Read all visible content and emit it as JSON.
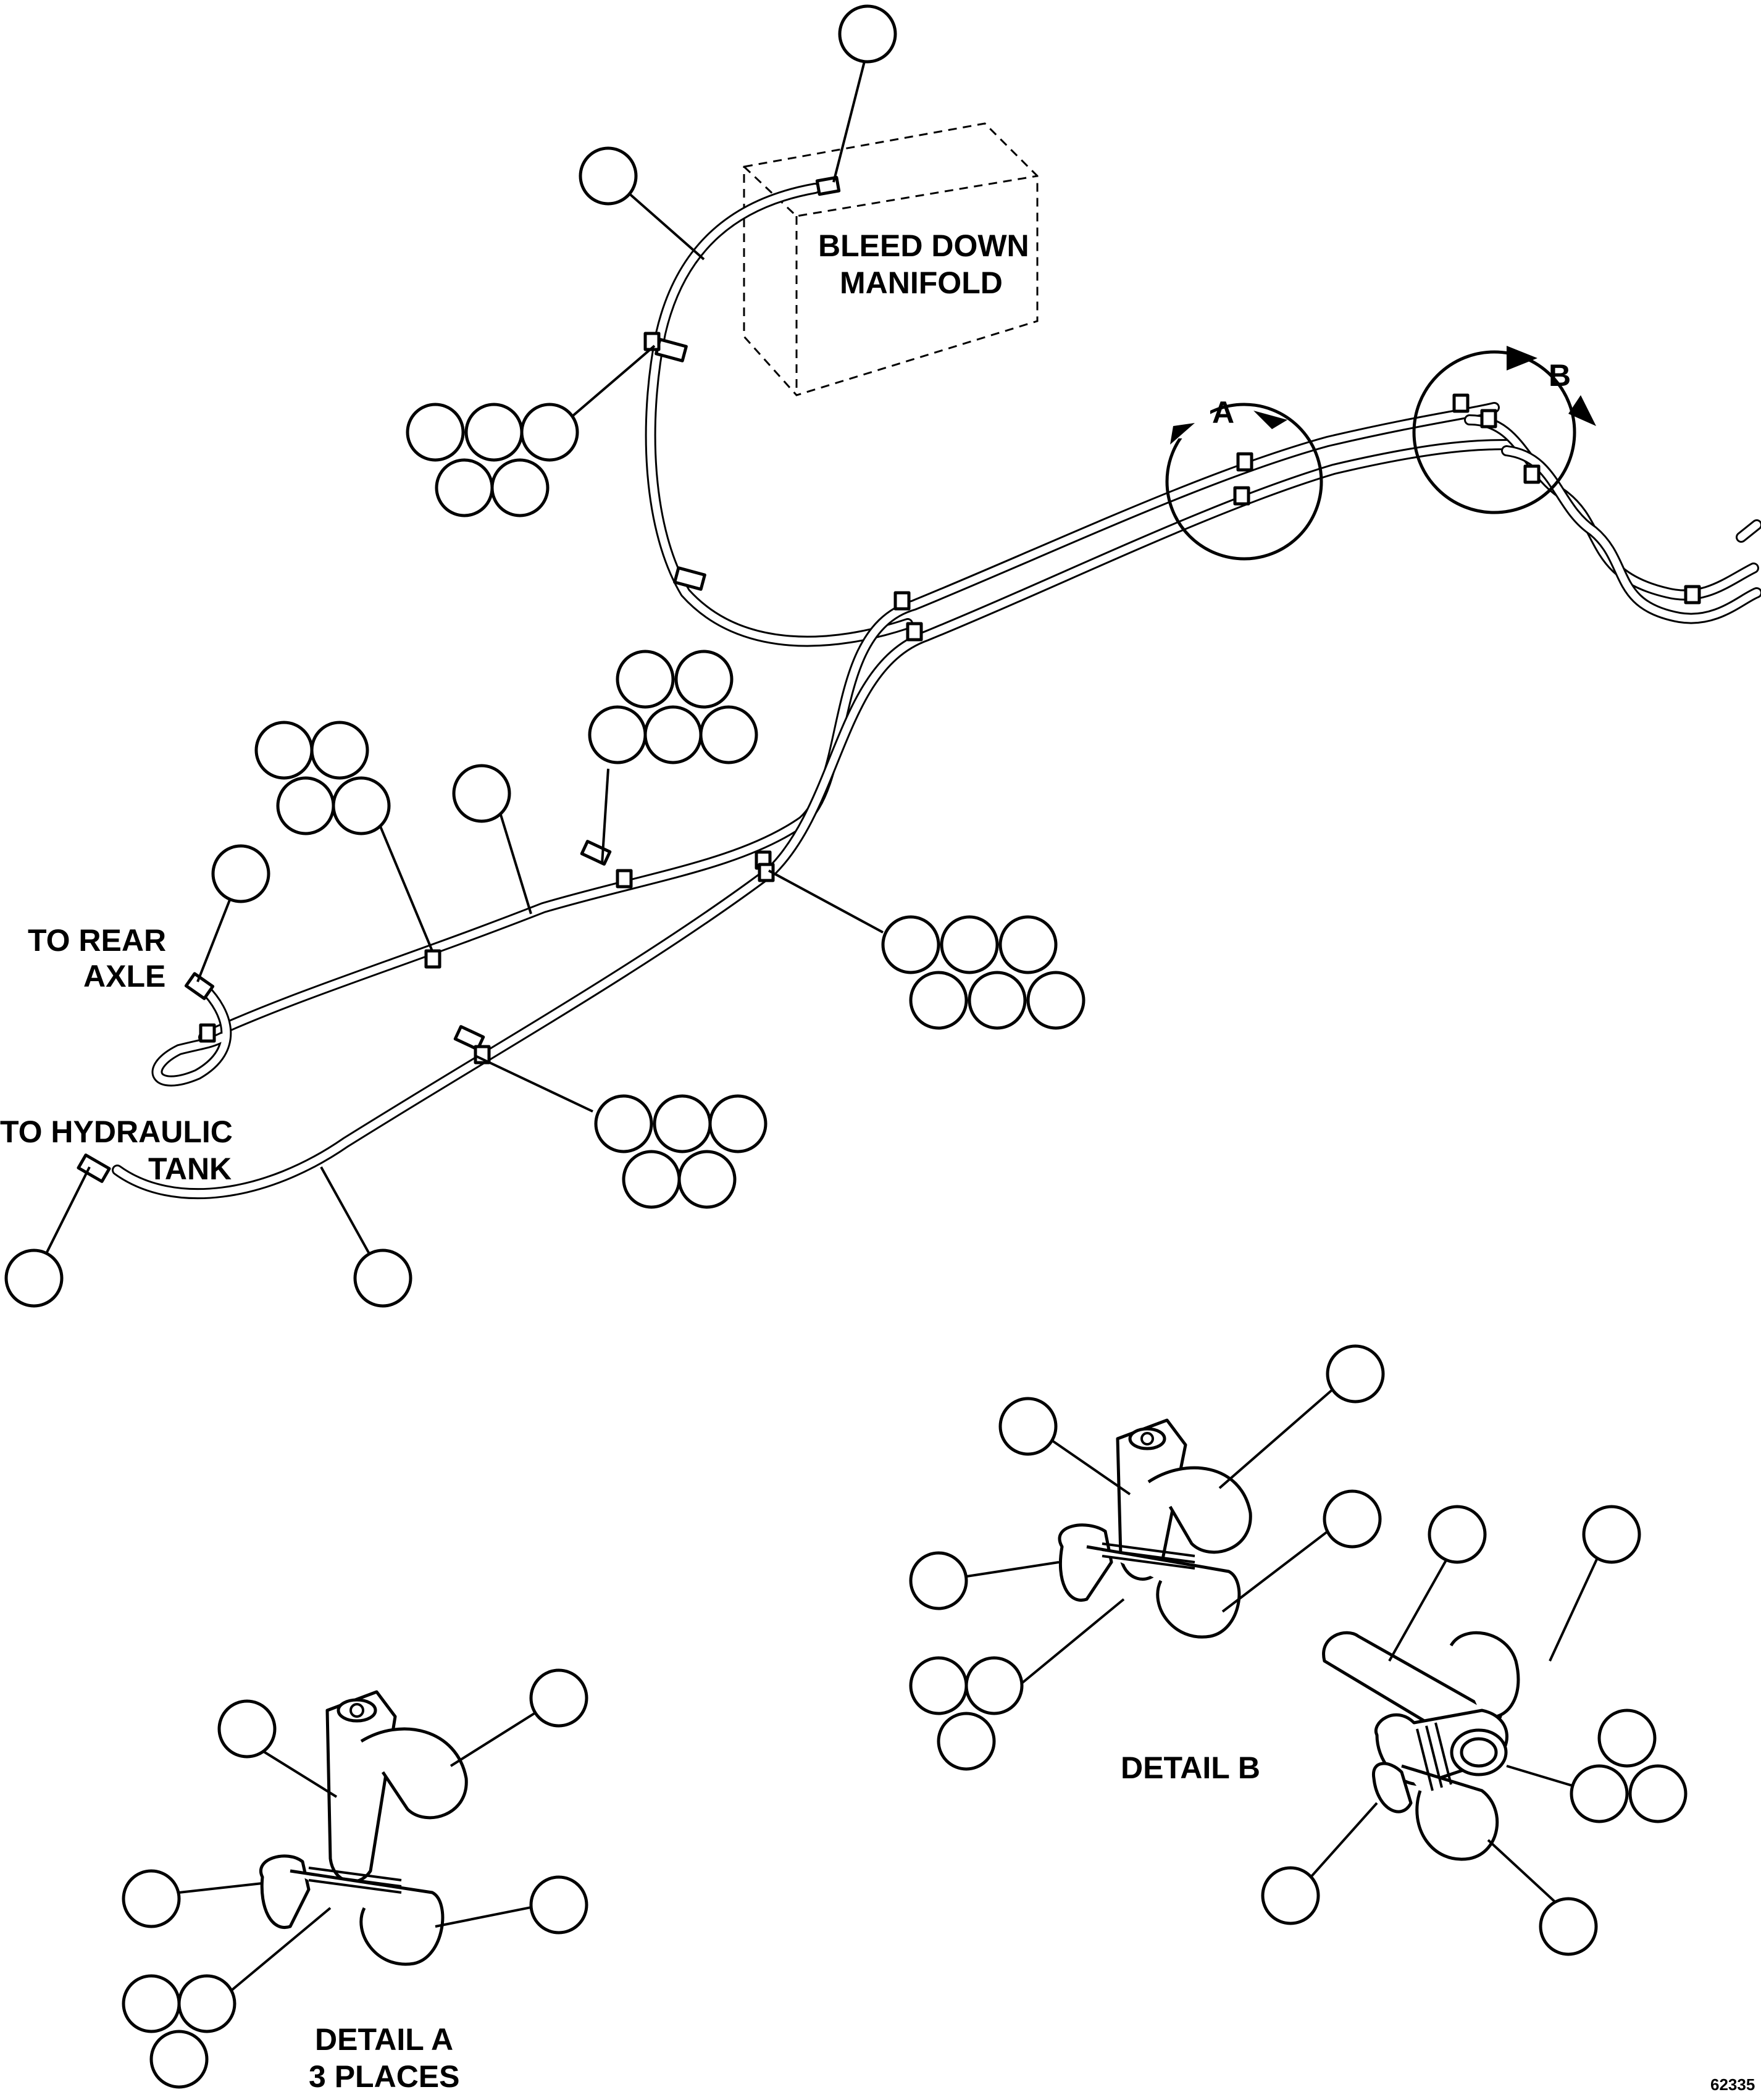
{
  "labels": {
    "bleed_down_line1": "BLEED DOWN",
    "bleed_down_line2": "MANIFOLD",
    "to_rear_line1": "TO REAR",
    "to_rear_line2": "AXLE",
    "to_tank_line1": "TO HYDRAULIC",
    "to_tank_line2": "TANK",
    "detail_a_ref": "A",
    "detail_b_ref": "B",
    "detail_a_title_line1": "DETAIL A",
    "detail_a_title_line2": "3 PLACES",
    "detail_b_title": "DETAIL B",
    "figure_number": "62335"
  }
}
